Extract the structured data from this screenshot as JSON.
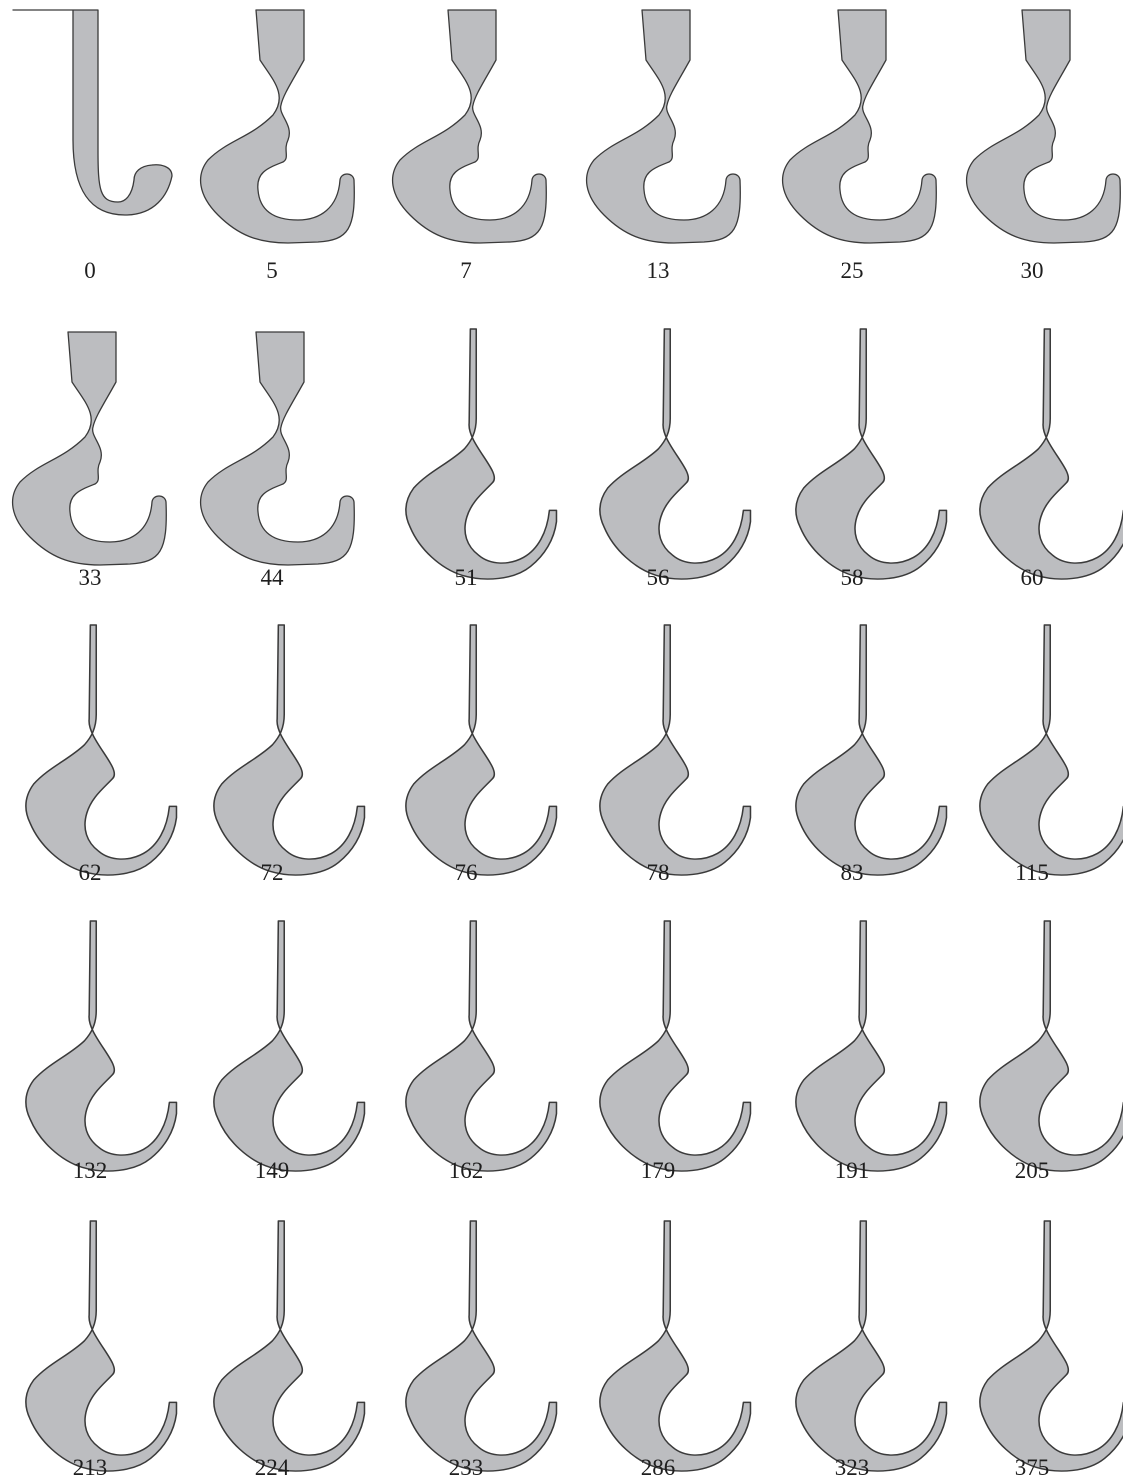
{
  "figure": {
    "background": "#ffffff",
    "shape_fill": "#bcbdc0",
    "shape_stroke": "#3a3a3a",
    "shape_type": "hook",
    "labels": [
      [
        "0",
        "5",
        "7",
        "13",
        "25",
        "30"
      ],
      [
        "33",
        "44",
        "51",
        "56",
        "58",
        "60"
      ],
      [
        "62",
        "72",
        "76",
        "78",
        "83",
        "115"
      ],
      [
        "132",
        "149",
        "162",
        "179",
        "191",
        "205"
      ],
      [
        "213",
        "224",
        "233",
        "286",
        "323",
        "375"
      ]
    ]
  }
}
